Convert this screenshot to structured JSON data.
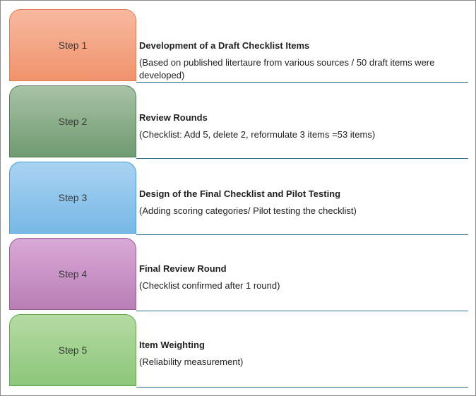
{
  "steps": [
    {
      "label": "Step 1",
      "title": "Development of a Draft Checklist Items",
      "description": "(Based on published litertaure from various sources / 50 draft items were developed)",
      "color_top": "#f7b9a0",
      "color_bottom": "#f1936b",
      "border": "#e07a50"
    },
    {
      "label": "Step 2",
      "title": "Review Rounds",
      "description": "(Checklist: Add 5, delete 2, reformulate 3 items =53 items)",
      "color_top": "#a8c3a6",
      "color_bottom": "#6f9a70",
      "border": "#4e7a50"
    },
    {
      "label": "Step 3",
      "title": "Design of the Final Checklist and Pilot Testing",
      "description": "(Adding scoring categories/ Pilot testing the checklist)",
      "color_top": "#a9d3f2",
      "color_bottom": "#77b8e6",
      "border": "#4a9bd5"
    },
    {
      "label": "Step 4",
      "title": "Final Review Round",
      "description": "(Checklist confirmed after 1 round)",
      "color_top": "#d9a9d6",
      "color_bottom": "#b97fb6",
      "border": "#9a5896"
    },
    {
      "label": "Step 5",
      "title": "Item Weighting",
      "description": "(Reliability measurement)",
      "color_top": "#b5dba3",
      "color_bottom": "#8cc77a",
      "border": "#5ea84a"
    }
  ]
}
